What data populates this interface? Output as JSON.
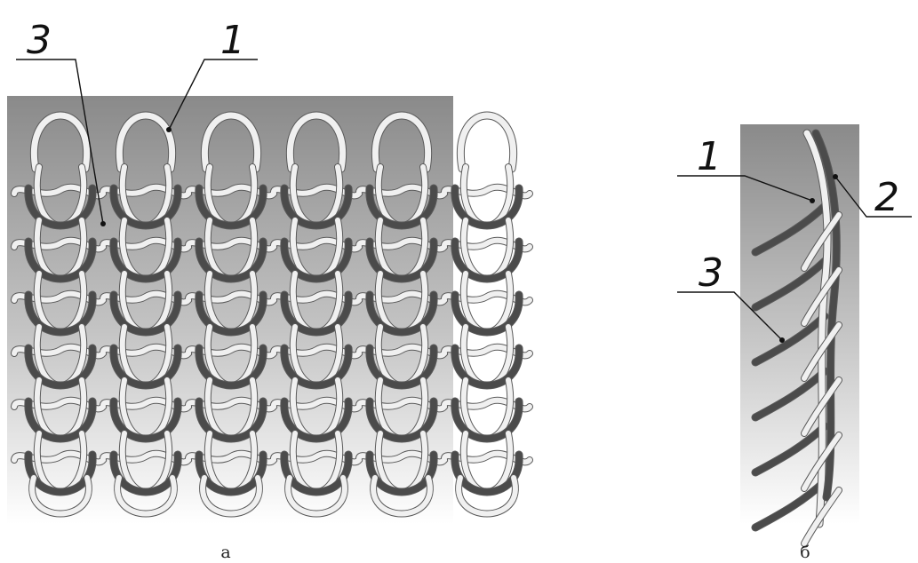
{
  "figure_a": {
    "caption": "а",
    "callouts": {
      "one": "1",
      "three": "3"
    }
  },
  "figure_b": {
    "caption": "б",
    "callouts": {
      "one": "1",
      "two": "2",
      "three": "3"
    }
  },
  "structure": {
    "columns": 6,
    "rows": 6,
    "yarn_dark_color": "#4b4b4b",
    "yarn_light_color": "#f0f0f0",
    "background_top": "#8c8c8c",
    "background_bottom": "#ffffff"
  }
}
